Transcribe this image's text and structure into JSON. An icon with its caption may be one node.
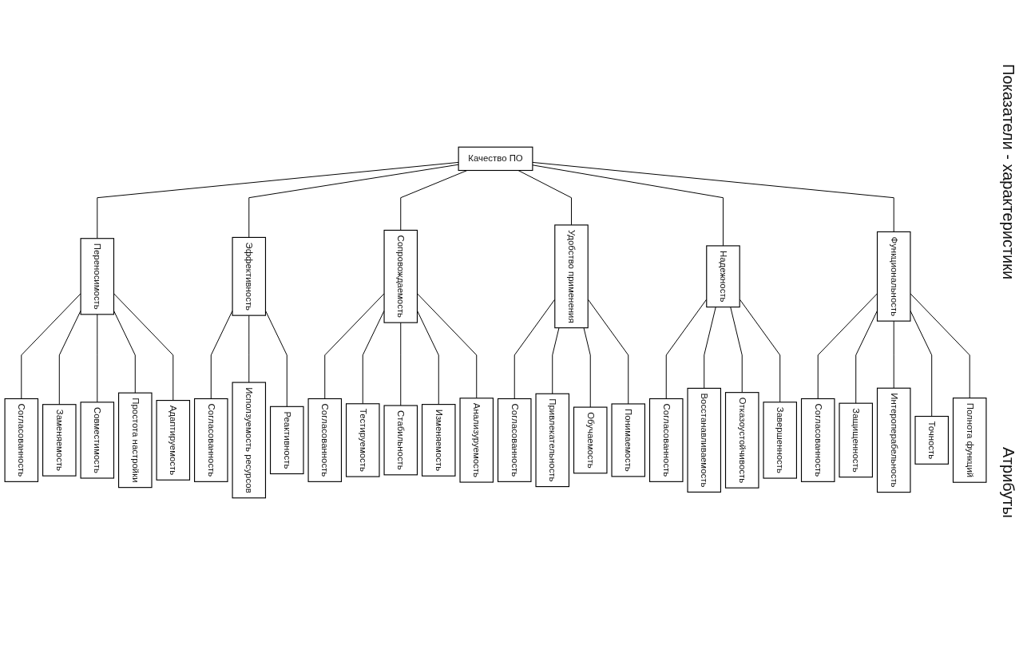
{
  "diagram": {
    "nodes": [
      {
        "text": [
          "Качество ПО"
        ]
      },
      {
        "text": [
          "Переносимость"
        ]
      },
      {
        "text": [
          "Эффективность"
        ]
      },
      {
        "text": [
          "Сопровождаемость"
        ]
      },
      {
        "text": [
          "Удобство применения"
        ]
      },
      {
        "text": [
          "Надежность"
        ]
      },
      {
        "text": [
          "Функциональность"
        ]
      },
      {
        "text": [
          "Согласованность"
        ]
      },
      {
        "text": [
          "Заменяемость"
        ]
      },
      {
        "text": [
          "Совместимость"
        ]
      },
      {
        "text": [
          "Простота настройки"
        ]
      },
      {
        "text": [
          "Адаптируемость"
        ]
      },
      {
        "text": [
          "Согласованность"
        ]
      },
      {
        "text": [
          "Исползуемость ресурсов"
        ]
      },
      {
        "text": [
          "Реактивность"
        ]
      },
      {
        "text": [
          "Согласованность"
        ]
      },
      {
        "text": [
          "Тестируемость"
        ]
      },
      {
        "text": [
          "Стабильность"
        ]
      },
      {
        "text": [
          "Изменяемость"
        ]
      },
      {
        "text": [
          "Анализуруемость"
        ]
      },
      {
        "text": [
          "Согласованность"
        ]
      },
      {
        "text": [
          "Привлекательность"
        ]
      },
      {
        "text": [
          "Обучаемость"
        ]
      },
      {
        "text": [
          "Понимаемость"
        ]
      },
      {
        "text": [
          "Согласованность"
        ]
      },
      {
        "text": [
          "Восстанавливаемость"
        ]
      },
      {
        "text": [
          "Отказоустойчивость"
        ]
      },
      {
        "text": [
          "Завершенность"
        ]
      },
      {
        "text": [
          "Согласованность"
        ]
      },
      {
        "text": [
          "Защищенность"
        ]
      },
      {
        "text": [
          "Интероперабельность"
        ]
      },
      {
        "text": [
          "Точность"
        ]
      },
      {
        "text": [
          "Полнота функций"
        ]
      }
    ],
    "edges": [
      {
        "from": 0,
        "to": 1,
        "arrow": "none"
      },
      {
        "from": 0,
        "to": 2,
        "arrow": "none"
      },
      {
        "from": 0,
        "to": 3,
        "arrow": "none"
      },
      {
        "from": 0,
        "to": 4,
        "arrow": "none"
      },
      {
        "from": 0,
        "to": 5,
        "arrow": "none"
      },
      {
        "from": 0,
        "to": 6,
        "arrow": "none"
      },
      {
        "from": 1,
        "to": 7,
        "arrow": "none"
      },
      {
        "from": 1,
        "to": 8,
        "arrow": "none"
      },
      {
        "from": 1,
        "to": 9,
        "arrow": "none"
      },
      {
        "from": 1,
        "to": 10,
        "arrow": "none"
      },
      {
        "from": 1,
        "to": 11,
        "arrow": "none"
      },
      {
        "from": 2,
        "to": 12,
        "arrow": "none"
      },
      {
        "from": 2,
        "to": 13,
        "arrow": "none"
      },
      {
        "from": 2,
        "to": 14,
        "arrow": "none"
      },
      {
        "from": 3,
        "to": 15,
        "arrow": "none"
      },
      {
        "from": 3,
        "to": 16,
        "arrow": "none"
      },
      {
        "from": 3,
        "to": 17,
        "arrow": "none"
      },
      {
        "from": 3,
        "to": 18,
        "arrow": "none"
      },
      {
        "from": 3,
        "to": 19,
        "arrow": "none"
      },
      {
        "from": 4,
        "to": 20,
        "arrow": "none"
      },
      {
        "from": 4,
        "to": 21,
        "arrow": "none"
      },
      {
        "from": 4,
        "to": 22,
        "arrow": "none"
      },
      {
        "from": 4,
        "to": 23,
        "arrow": "none"
      },
      {
        "from": 5,
        "to": 24,
        "arrow": "none"
      },
      {
        "from": 5,
        "to": 25,
        "arrow": "none"
      },
      {
        "from": 5,
        "to": 26,
        "arrow": "none"
      },
      {
        "from": 5,
        "to": 27,
        "arrow": "none"
      },
      {
        "from": 6,
        "to": 28,
        "arrow": "none"
      },
      {
        "from": 6,
        "to": 29,
        "arrow": "none"
      },
      {
        "from": 6,
        "to": 30,
        "arrow": "none"
      },
      {
        "from": 6,
        "to": 31,
        "arrow": "none"
      },
      {
        "from": 6,
        "to": 32,
        "arrow": "none"
      }
    ],
    "labels": [
      "Показатели - характеристики",
      "Атрибуты"
    ]
  }
}
